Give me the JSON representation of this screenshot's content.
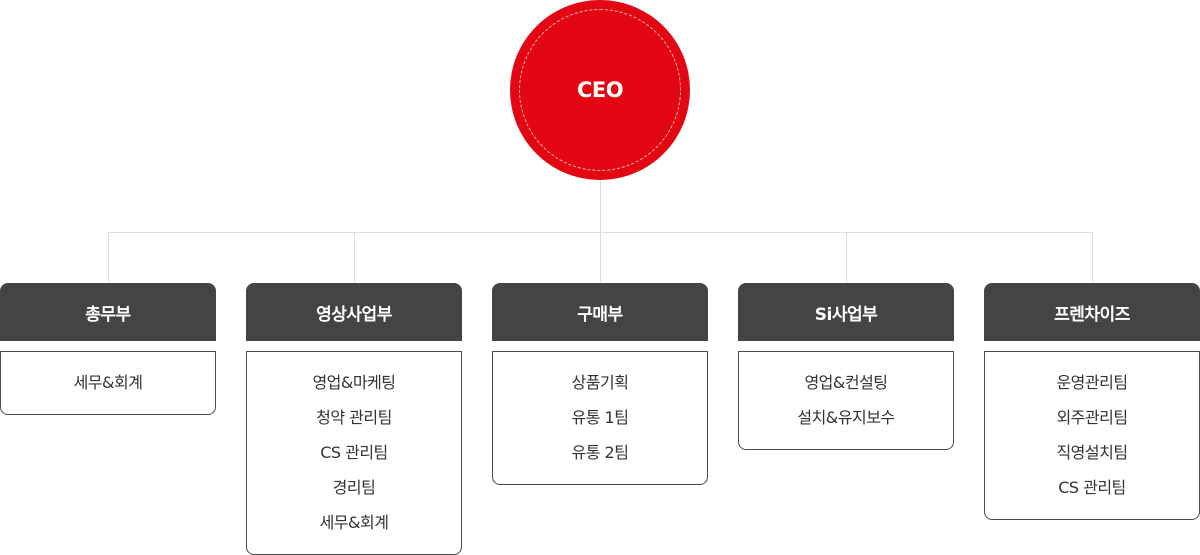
{
  "ceo": {
    "label": "CEO"
  },
  "departments": [
    {
      "name": "총무부",
      "teams": [
        "세무&회계"
      ]
    },
    {
      "name": "영상사업부",
      "teams": [
        "영업&마케팅",
        "청약 관리팀",
        "CS 관리팀",
        "경리팀",
        "세무&회계"
      ]
    },
    {
      "name": "구매부",
      "teams": [
        "상품기획",
        "유통 1팀",
        "유통 2팀"
      ]
    },
    {
      "name": "Si사업부",
      "teams": [
        "영업&컨설팅",
        "설치&유지보수"
      ]
    },
    {
      "name": "프렌차이즈",
      "teams": [
        "운영관리팀",
        "외주관리팀",
        "직영설치팀",
        "CS 관리팀"
      ]
    }
  ],
  "colors": {
    "ceo": "#e30613",
    "header": "#444444",
    "border": "#4a4a4a",
    "connector": "#dddddd"
  }
}
